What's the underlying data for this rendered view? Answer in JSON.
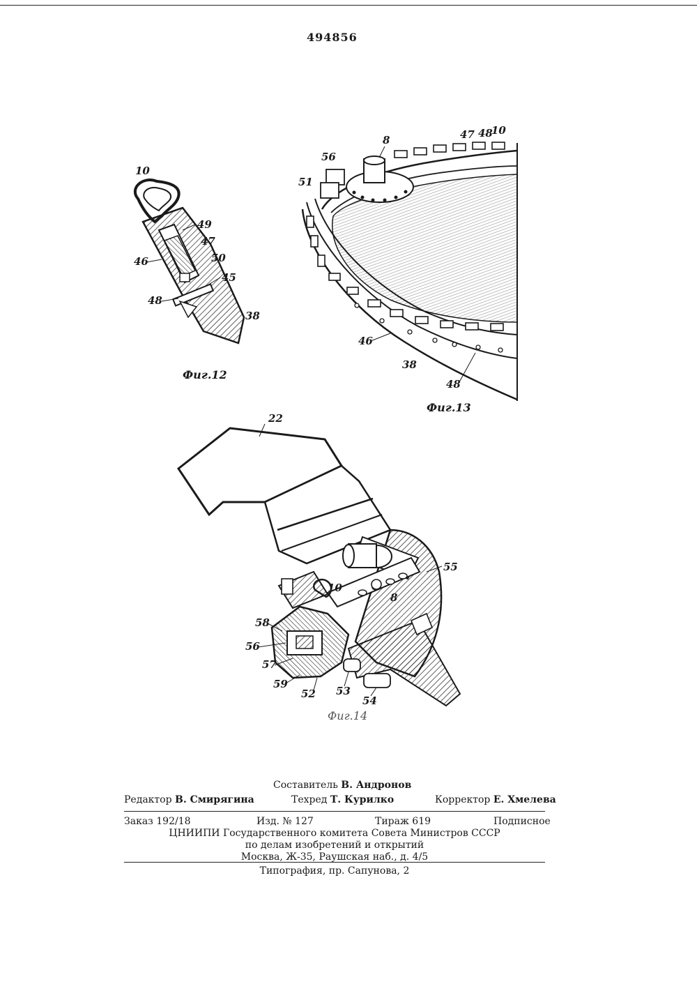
{
  "header": {
    "patent_number": "494856"
  },
  "figures": [
    {
      "caption": "Фиг.12",
      "labels": [
        "10",
        "49",
        "47",
        "50",
        "46",
        "45",
        "48",
        "38"
      ]
    },
    {
      "caption": "Фиг.13",
      "labels": [
        "8",
        "47",
        "48",
        "10",
        "56",
        "51",
        "46",
        "38",
        "48"
      ]
    },
    {
      "caption": "Фиг.14",
      "labels": [
        "22",
        "55",
        "10",
        "8",
        "58",
        "56",
        "57",
        "59",
        "52",
        "53",
        "54"
      ]
    }
  ],
  "credits": {
    "composer_role": "Составитель",
    "composer_name": "В. Андронов",
    "editor_role": "Редактор",
    "editor_name": "В. Смирягина",
    "techred_role": "Техред",
    "techred_name": "Т. Курилко",
    "corrector_role": "Корректор",
    "corrector_name": "Е. Хмелева"
  },
  "imprint": {
    "order": "Заказ 192/18",
    "edition": "Изд. № 127",
    "print_run": "Тираж 619",
    "subscription": "Подписное",
    "org_line1": "ЦНИИПИ Государственного комитета Совета Министров СССР",
    "org_line2": "по делам изобретений и открытий",
    "address": "Москва, Ж-35, Раушская наб., д. 4/5"
  },
  "printer": {
    "text": "Типография, пр. Сапунова, 2"
  }
}
